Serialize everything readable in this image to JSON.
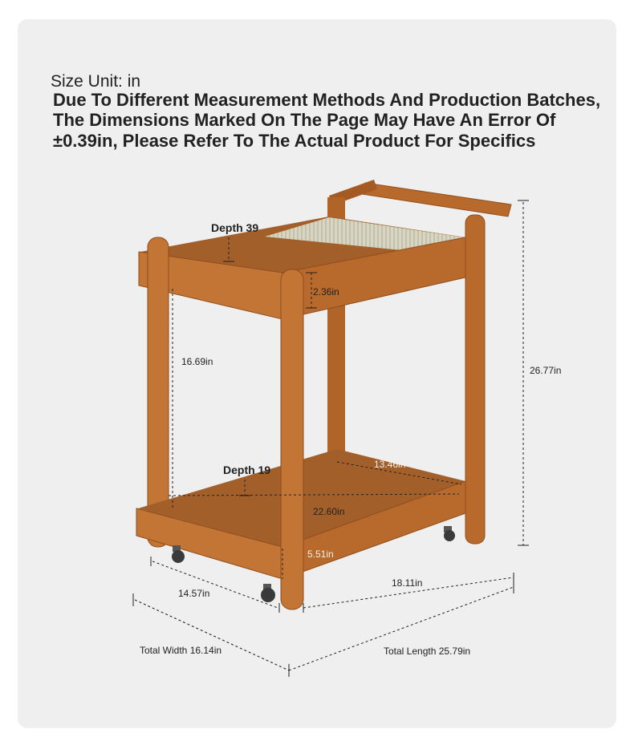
{
  "header": {
    "size_unit": "Size Unit: in",
    "note_lines": [
      "Due To Different Measurement Methods And Production Batches,",
      "The Dimensions Marked On The Page May Have An Error Of",
      "±0.39in, Please Refer To The Actual Product For Specifics"
    ]
  },
  "dimensions": {
    "depth_top": "Depth 39",
    "tray_height": "2.36in",
    "shelf_gap": "16.69in",
    "total_height": "26.77in",
    "depth_bottom": "Depth 19",
    "bottom_width": "13.46in",
    "bottom_diagonal": "22.60in",
    "bottom_tray_height": "5.51in",
    "width_inner": "14.57in",
    "length_inner": "18.11in",
    "total_width": "Total Width 16.14in",
    "total_length": "Total Length 25.79in"
  },
  "colors": {
    "wood": "#b8692c",
    "wood_dark": "#8f4e1d",
    "wood_light": "#cf8444",
    "tray_inner": "#a35f2a",
    "glass": "#d6d3bd",
    "card_bg": "#efefef"
  }
}
